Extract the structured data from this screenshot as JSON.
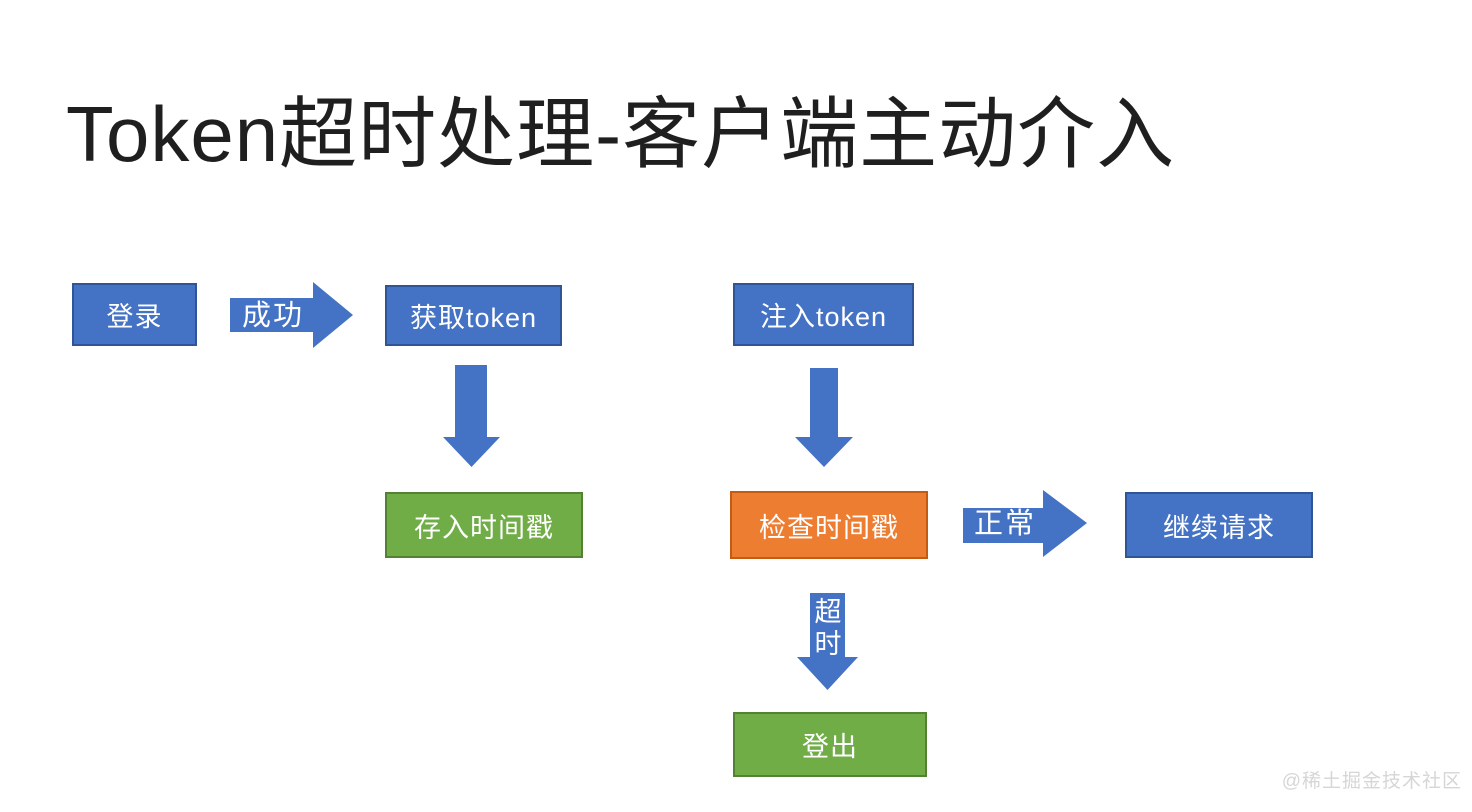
{
  "title": "Token超时处理-客户端主动介入",
  "watermark": "@稀土掘金技术社区",
  "colors": {
    "node_blue_fill": "#4472C4",
    "node_blue_border": "#2F5597",
    "node_green_fill": "#70AD47",
    "node_green_border": "#548235",
    "node_orange_fill": "#ED7D31",
    "node_orange_border": "#C55A11",
    "arrow_fill": "#4472C4",
    "node_text": "#FFFFFF",
    "title_text": "#1F1F1F",
    "watermark_text": "#D6D6D6",
    "background": "#FFFFFF"
  },
  "nodes": {
    "login": {
      "label": "登录",
      "color": "blue"
    },
    "get_token": {
      "label": "获取token",
      "color": "blue"
    },
    "inject_token": {
      "label": "注入token",
      "color": "blue"
    },
    "store_timestamp": {
      "label": "存入时间戳",
      "color": "green"
    },
    "check_timestamp": {
      "label": "检查时间戳",
      "color": "orange"
    },
    "continue_request": {
      "label": "继续请求",
      "color": "blue"
    },
    "logout": {
      "label": "登出",
      "color": "green"
    }
  },
  "edges": [
    {
      "from": "login",
      "to": "get_token",
      "label": "成功",
      "direction": "right"
    },
    {
      "from": "get_token",
      "to": "store_timestamp",
      "label": "",
      "direction": "down"
    },
    {
      "from": "inject_token",
      "to": "check_timestamp",
      "label": "",
      "direction": "down"
    },
    {
      "from": "check_timestamp",
      "to": "continue_request",
      "label": "正常",
      "direction": "right"
    },
    {
      "from": "check_timestamp",
      "to": "logout",
      "label": "超时",
      "direction": "down"
    }
  ]
}
